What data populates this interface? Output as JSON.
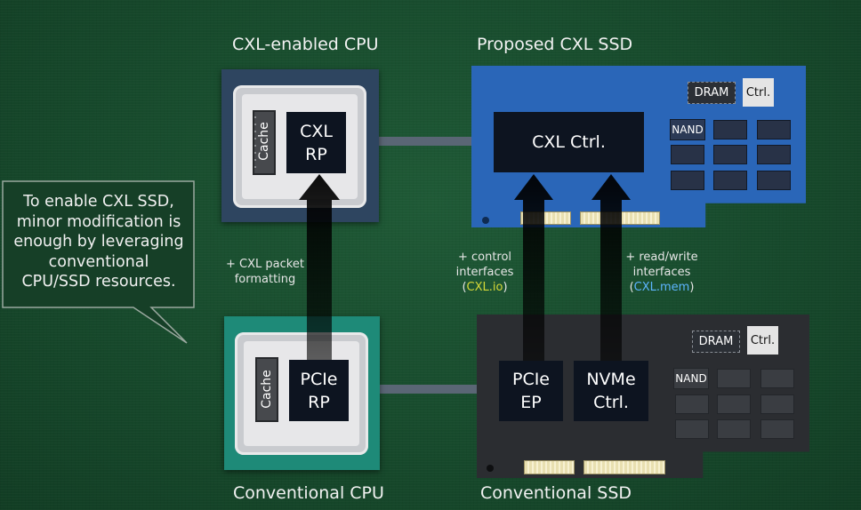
{
  "titles": {
    "cxl_cpu": "CXL-enabled CPU",
    "cxl_ssd": "Proposed CXL SSD",
    "conv_cpu": "Conventional CPU",
    "conv_ssd": "Conventional SSD"
  },
  "chips": {
    "cxl_rp": "CXL\nRP",
    "pcie_rp": "PCIe\nRP",
    "cxl_ctrl": "CXL Ctrl.",
    "pcie_ep": "PCIe\nEP",
    "nvme_ctrl": "NVMe\nCtrl.",
    "cache_top": "Cache",
    "cache_bottom": "Cache"
  },
  "ssd_parts": {
    "dram": "DRAM",
    "ctrl": "Ctrl.",
    "nand": "NAND"
  },
  "callout": "To enable CXL SSD,\nminor modification is\nenough by leveraging\nconventional\nCPU/SSD resources.",
  "annotations": {
    "cxl_packet_1": "+ CXL packet",
    "cxl_packet_2": "formatting",
    "control_1": "+ control",
    "control_2": "interfaces",
    "control_open": "(",
    "control_hl": "CXL.io",
    "control_close": ")",
    "rw_1": "+ read/write",
    "rw_2": "interfaces",
    "rw_open": "(",
    "rw_hl": "CXL.mem",
    "rw_close": ")"
  },
  "colors": {
    "cxl_cpu_socket": "#2e4560",
    "conv_cpu_socket": "#1e8a78",
    "cxl_ssd_board": "#2a66b8",
    "conv_ssd_board": "#2b2d31",
    "highlight_yellow": "#d5d838",
    "highlight_blue": "#5db5ff"
  }
}
